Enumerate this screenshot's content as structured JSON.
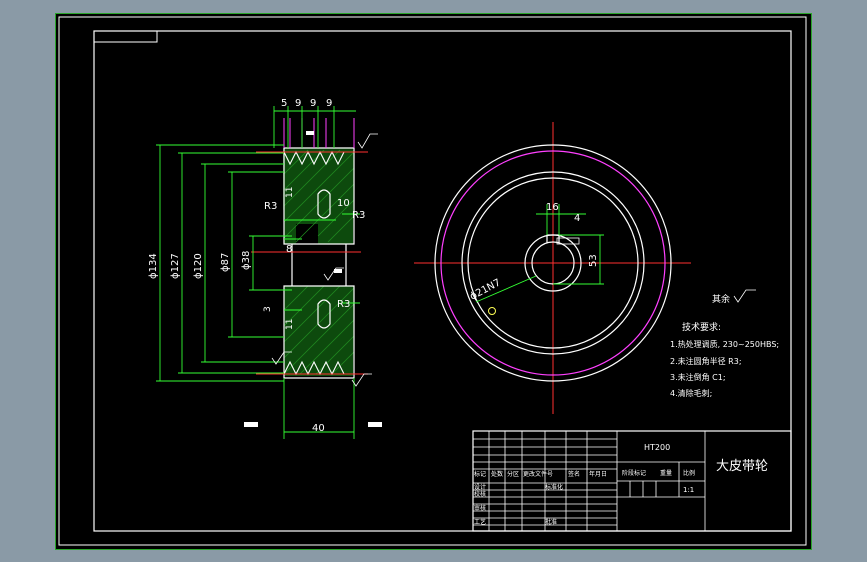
{
  "drawing": {
    "top_dims": [
      "5",
      "9",
      "9",
      "9"
    ],
    "diameters": [
      "ϕ134",
      "ϕ127",
      "ϕ120",
      "ϕ87",
      "ϕ38"
    ],
    "side_labels": [
      "11",
      "R3",
      "10",
      "8",
      "R3",
      "3",
      "11",
      "R3"
    ],
    "width_dim": "40",
    "front_dims": {
      "keyway_width": "16",
      "key_offset": "4",
      "bore_depth": "53",
      "bore": "ϕ21N7"
    },
    "remainder_label": "其余",
    "tech_req": {
      "title": "技术要求:",
      "items": [
        "1.热处理调质, 230~250HBS;",
        "2.未注圆角半径 R3;",
        "3.未注倒角 C1;",
        "4.清除毛刺;"
      ]
    }
  },
  "title_block": {
    "material": "HT200",
    "part_name": "大皮带轮",
    "scale": "1:1",
    "row_labels": [
      "标记",
      "处数",
      "分区",
      "更改文件号",
      "签名",
      "年月日"
    ],
    "role_labels": [
      "设计",
      "校核",
      "审核",
      "工艺",
      "标准化",
      "批准"
    ],
    "stage_label": "阶段标记",
    "weight_label": "重量",
    "scale_label": "比例"
  }
}
